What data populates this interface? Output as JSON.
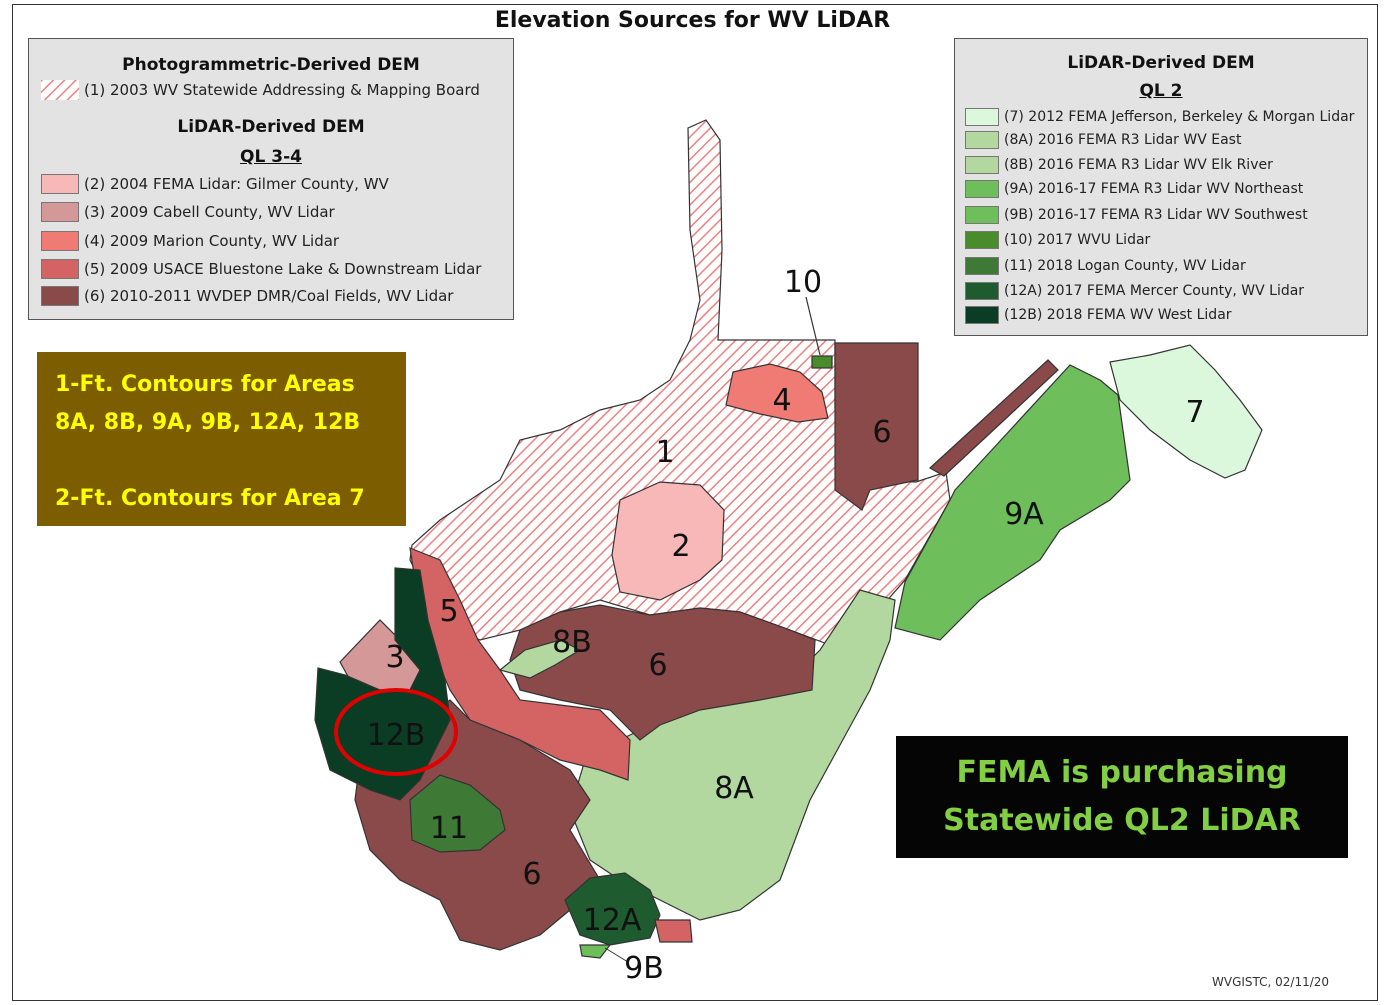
{
  "title": "Elevation Sources for WV LiDAR",
  "colors": {
    "hatch": "#f08080",
    "c2": "#f8b8b8",
    "c3": "#d49898",
    "c4": "#f07a74",
    "c5": "#d46464",
    "c6": "#8b4a4a",
    "c7": "#dcf8dc",
    "c8": "#b2d8a0",
    "c9": "#6ebe5c",
    "c10": "#4a8c2c",
    "c11": "#3e7a36",
    "c12a": "#1e5c30",
    "c12b": "#0a3d24",
    "highlight_circle": "#e00000",
    "contour_box_bg": "#7c5d00",
    "contour_box_text": "#ffff00",
    "fema_box_bg": "#050505",
    "fema_box_text": "#82cf44"
  },
  "legend_left": {
    "heading_photo": "Photogrammetric-Derived DEM",
    "item_1": "(1) 2003 WV Statewide Addressing & Mapping Board",
    "heading_lidar": "LiDAR-Derived DEM",
    "subheading": "QL 3-4",
    "items": [
      "(2) 2004 FEMA Lidar: Gilmer County, WV",
      "(3) 2009 Cabell County, WV Lidar",
      "(4) 2009 Marion County, WV Lidar",
      "(5) 2009 USACE Bluestone Lake & Downstream Lidar",
      "(6) 2010-2011 WVDEP DMR/Coal Fields, WV Lidar"
    ]
  },
  "legend_right": {
    "heading": "LiDAR-Derived DEM",
    "subheading": "QL 2",
    "items": [
      "(7) 2012 FEMA Jefferson, Berkeley & Morgan  Lidar",
      "(8A) 2016 FEMA R3 Lidar WV East",
      "(8B) 2016 FEMA R3 Lidar WV Elk River",
      "(9A) 2016-17 FEMA R3 Lidar WV Northeast",
      "(9B) 2016-17 FEMA R3 Lidar WV Southwest",
      "(10) 2017 WVU Lidar",
      "(11) 2018 Logan County, WV Lidar",
      "(12A) 2017 FEMA Mercer County, WV Lidar",
      "(12B) 2018 FEMA WV West Lidar"
    ]
  },
  "contour_note": {
    "line1": "1-Ft. Contours for Areas",
    "line2": "8A, 8B, 9A, 9B, 12A, 12B",
    "line3": "2-Ft. Contours for Area 7"
  },
  "fema_note": {
    "line1": "FEMA is purchasing",
    "line2": "Statewide QL2 LiDAR"
  },
  "map_labels": {
    "area_1": "1",
    "area_2": "2",
    "area_3": "3",
    "area_4": "4",
    "area_5": "5",
    "area_6_north": "6",
    "area_6_central": "6",
    "area_6_south": "6",
    "area_7": "7",
    "area_8a": "8A",
    "area_8b": "8B",
    "area_9a": "9A",
    "area_9b": "9B",
    "area_10": "10",
    "area_11": "11",
    "area_12a": "12A",
    "area_12b": "12B"
  },
  "credit": "WVGISTC, 02/11/20"
}
